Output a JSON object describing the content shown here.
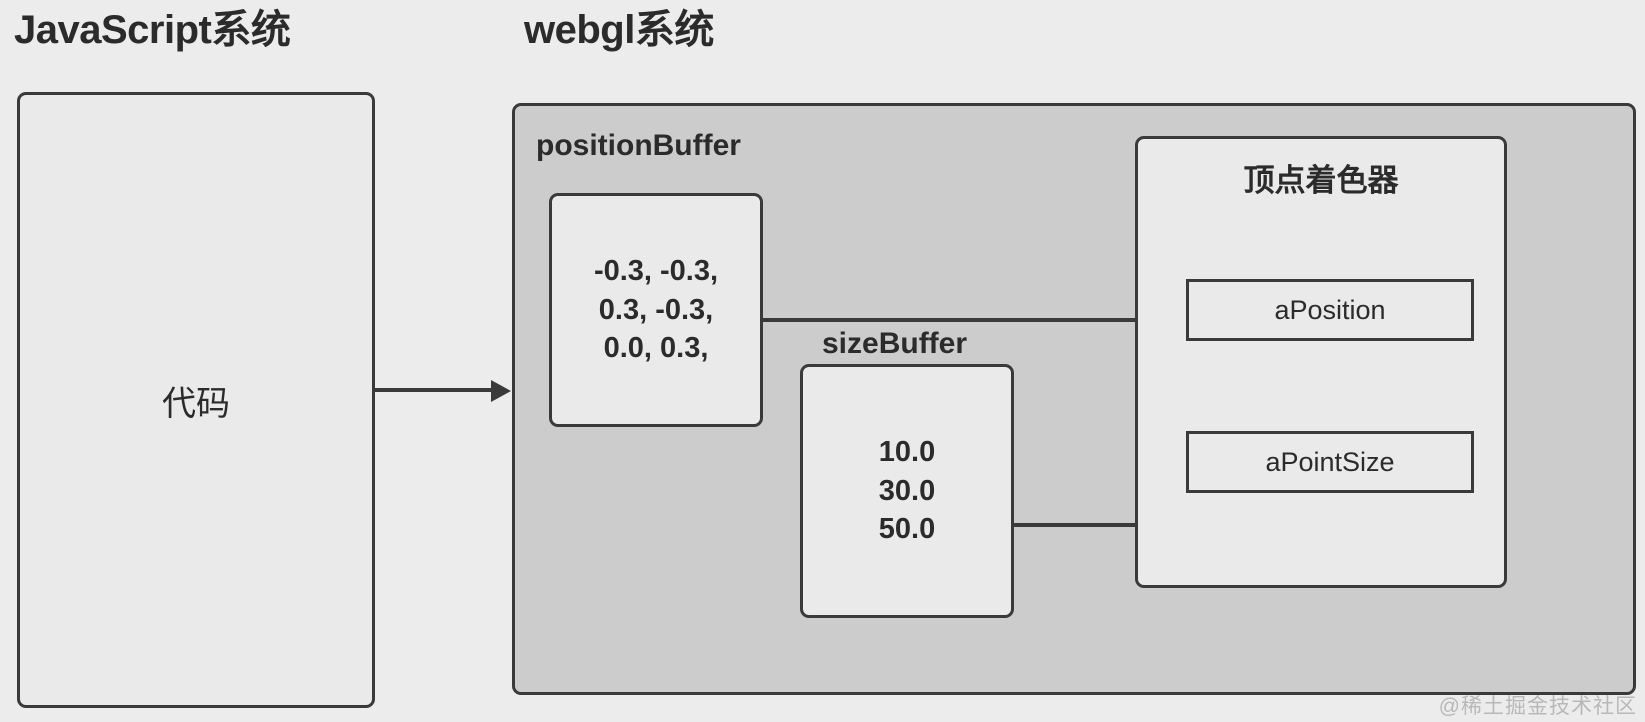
{
  "sections": {
    "javascript": {
      "title": "JavaScript系统"
    },
    "webgl": {
      "title": "webgl系统"
    }
  },
  "code_box": {
    "label": "代码"
  },
  "buffers": [
    {
      "name": "positionBuffer",
      "title": "positionBuffer",
      "lines": [
        "-0.3, -0.3,",
        "0.3, -0.3,",
        "0.0, 0.3,"
      ]
    },
    {
      "name": "sizeBuffer",
      "title": "sizeBuffer",
      "lines": [
        "10.0",
        "30.0",
        "50.0"
      ]
    }
  ],
  "vertex_shader": {
    "title": "顶点着色器",
    "attributes": [
      {
        "name": "aPosition",
        "label": "aPosition"
      },
      {
        "name": "aPointSize",
        "label": "aPointSize"
      }
    ]
  },
  "connections": [
    {
      "from": "code",
      "to": "webgl-container",
      "arrow": "right"
    },
    {
      "from": "positionBuffer",
      "to": "aPosition",
      "arrow": "right"
    },
    {
      "from": "sizeBuffer",
      "to": "aPointSize",
      "arrow": "right"
    }
  ],
  "watermark": {
    "text": "@稀土掘金技术社区"
  },
  "colors": {
    "page_background": "#ececec",
    "container_fill": "#cccccc",
    "box_fill": "#eaeaea",
    "stroke": "#3a3a3a",
    "text": "#2b2b2b"
  }
}
